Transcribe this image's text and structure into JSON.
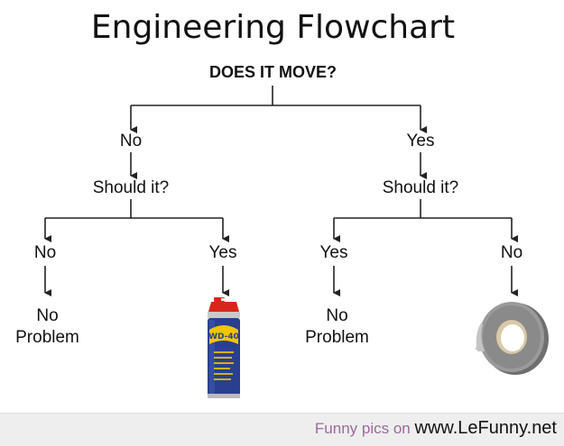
{
  "title": "Engineering Flowchart",
  "root": "DOES IT MOVE?",
  "left": {
    "answer": "No",
    "question": "Should it?",
    "outcome_no": {
      "answer": "No",
      "result": "No\nProblem"
    },
    "outcome_yes": {
      "answer": "Yes",
      "result_icon": "wd40-spray-can-icon",
      "can_label": "WD-40"
    }
  },
  "right": {
    "answer": "Yes",
    "question": "Should it?",
    "outcome_yes": {
      "answer": "Yes",
      "result": "No\nProblem"
    },
    "outcome_no": {
      "answer": "No",
      "result_icon": "duct-tape-roll-icon"
    }
  },
  "footer": {
    "prefix": "Funny pics on",
    "site": "www.LeFunny.net"
  },
  "colors": {
    "text": "#111111",
    "line": "#222222",
    "footer_bg": "#eeeeee",
    "footer_prefix": "#9a6a9a",
    "can_red": "#d9261c",
    "can_blue": "#2a3f8f",
    "can_yellow": "#f2c500",
    "tape_gray": "#8a8a8a"
  }
}
